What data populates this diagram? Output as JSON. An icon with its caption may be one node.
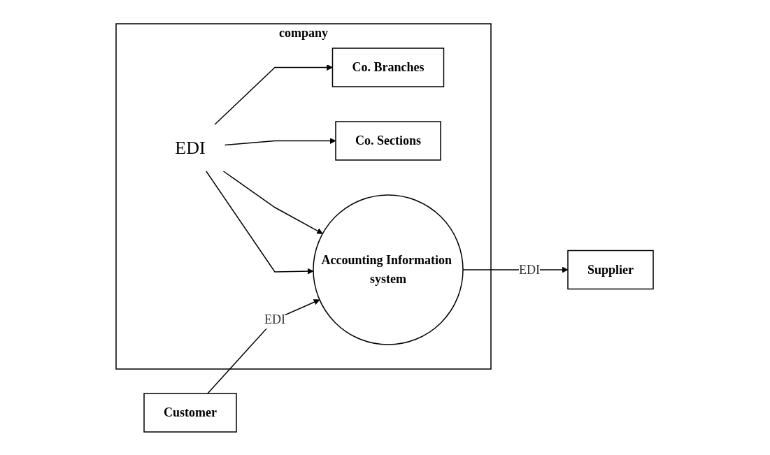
{
  "diagram": {
    "nodes": [
      {
        "text": [
          "Supplier"
        ]
      },
      {
        "text": [
          "Customer"
        ]
      },
      {
        "text": [
          "company"
        ]
      },
      {
        "text": [
          "Co. Branches"
        ],
        "in": 2
      },
      {
        "text": [
          "Co. Sections"
        ],
        "in": 2
      },
      {
        "text": [
          "EDI"
        ],
        "in": 2
      },
      {
        "text": [
          "Accounting Information system"
        ],
        "in": 2
      }
    ],
    "edges": [
      {
        "from": 6,
        "to": 0,
        "arrow": "to",
        "label": "EDI"
      },
      {
        "from": 1,
        "to": 6,
        "arrow": "to",
        "label": "EDI"
      },
      {
        "from": 5,
        "to": 3,
        "arrow": "to"
      },
      {
        "from": 5,
        "to": 4,
        "arrow": "to"
      },
      {
        "from": 5,
        "to": 6,
        "arrow": "to"
      },
      {
        "from": 5,
        "to": 6,
        "arrow": "to"
      }
    ]
  }
}
